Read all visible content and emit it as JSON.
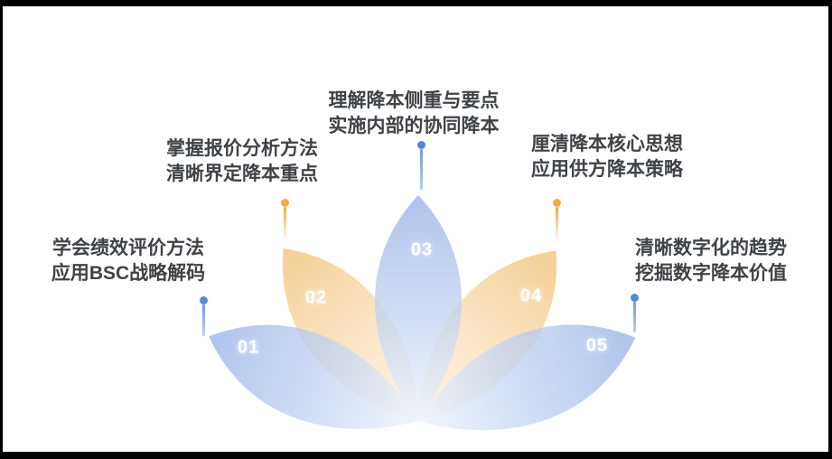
{
  "diagram": {
    "type": "lotus-petal-diagram",
    "petals": [
      {
        "number": "01",
        "petal_color": "blue",
        "label": [
          "学会绩效评价方法",
          "应用BSC战略解码"
        ]
      },
      {
        "number": "02",
        "petal_color": "orange",
        "label": [
          "掌握报价分析方法",
          "清晰界定降本重点"
        ]
      },
      {
        "number": "03",
        "petal_color": "blue",
        "label": [
          "理解降本侧重与要点",
          "实施内部的协同降本"
        ]
      },
      {
        "number": "04",
        "petal_color": "orange",
        "label": [
          "厘清降本核心思想",
          "应用供方降本策略"
        ]
      },
      {
        "number": "05",
        "petal_color": "blue",
        "label": [
          "清晰数字化的趋势",
          "挖掘数字降本价值"
        ]
      }
    ],
    "colors": {
      "blue_petal_tip": "#96aee6",
      "blue_petal_base": "#ecf2fb",
      "orange_petal_tip": "#f2bf70",
      "orange_petal_base": "#fdf2e3",
      "blue_dot": "#5588d8",
      "orange_dot": "#f5ab4a",
      "label_text": "#3f4347",
      "number_text": "#ffffff",
      "frame_border": "#000000"
    }
  }
}
